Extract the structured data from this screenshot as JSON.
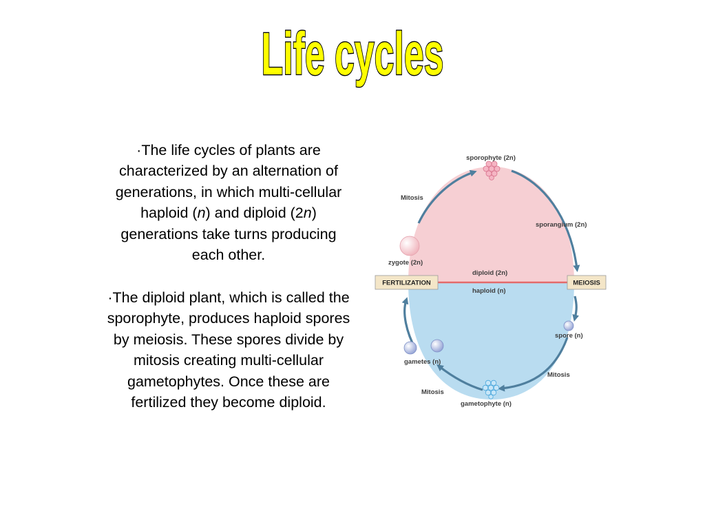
{
  "title": "Life cycles",
  "paragraphs": [
    {
      "bullet": "·",
      "parts": [
        "The life cycles of plants are characterized by an alternation of generations, in which multi-cellular haploid (",
        "n",
        ") and diploid (2",
        "n",
        ") generations take turns producing each other."
      ]
    },
    {
      "bullet": "·",
      "parts": [
        "The diploid plant, which is called the sporophyte, produces haploid spores by meiosis. These spores divide by mitosis creating multi-cellular gametophytes. Once these are fertilized they become diploid."
      ]
    }
  ],
  "diagram": {
    "labels": {
      "sporophyte": "sporophyte (2n)",
      "mitosis_top": "Mitosis",
      "sporangium": "sporangium (2n)",
      "zygote": "zygote (2n)",
      "diploid": "diploid (2n)",
      "haploid": "haploid (n)",
      "fertilization": "FERTILIZATION",
      "meiosis": "MEIOSIS",
      "spore": "spore (n)",
      "gametes": "gametes (n)",
      "mitosis_right": "Mitosis",
      "mitosis_bottom": "Mitosis",
      "gametophyte": "gametophyte (n)"
    },
    "colors": {
      "diploid_fill": "#f6cfd3",
      "haploid_fill": "#b9dcf0",
      "divider": "#e46a6a",
      "arrow": "#4f7f9e",
      "box_fill": "#f4e6c8",
      "title_fill": "#ffff00"
    }
  }
}
